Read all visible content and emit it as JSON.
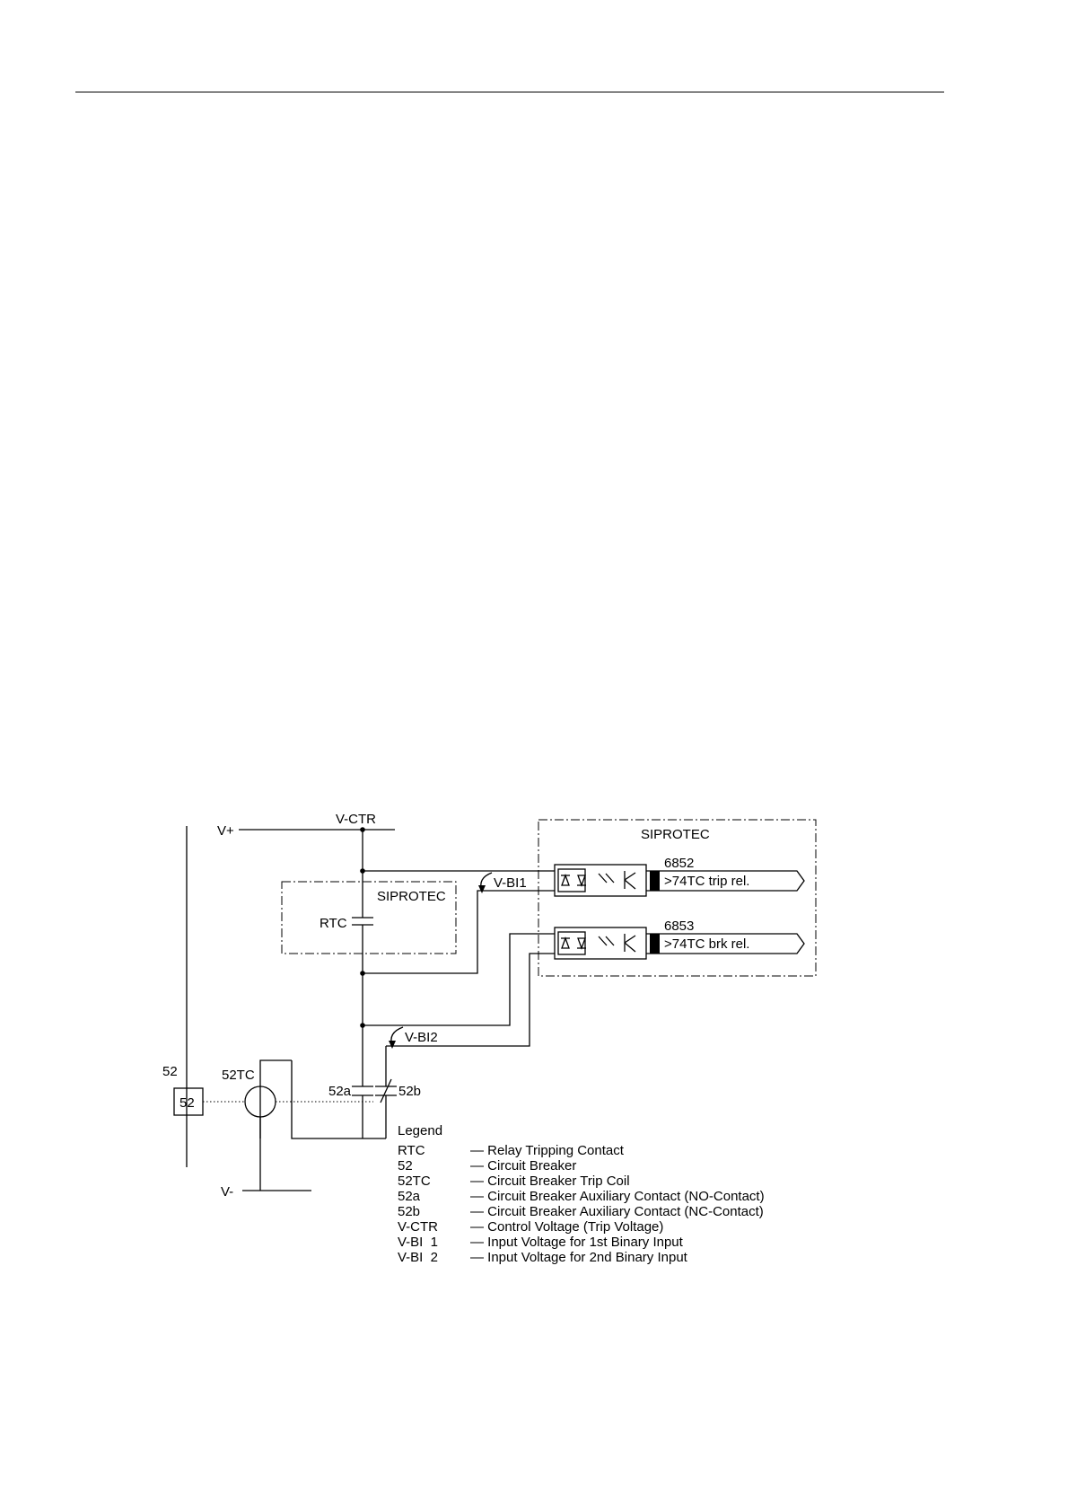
{
  "diagram": {
    "labels": {
      "v_plus": "V+",
      "v_minus": "V-",
      "v_ctr": "V-CTR",
      "siprotec_device": "SIPROTEC",
      "siprotec_relay": "SIPROTEC",
      "rtc": "RTC",
      "v_bi1": "V-BI1",
      "v_bi2": "V-BI2",
      "breaker_label": "52",
      "breaker_box": "52",
      "trip_coil": "52TC",
      "contact_a": "52a",
      "contact_b": "52b"
    },
    "binary_inputs": [
      {
        "number": "6852",
        "message": ">74TC trip rel."
      },
      {
        "number": "6853",
        "message": ">74TC brk rel."
      }
    ]
  },
  "legend": {
    "title": "Legend",
    "items": [
      {
        "term": "RTC",
        "desc": "— Relay Tripping Contact"
      },
      {
        "term": "52",
        "desc": "— Circuit Breaker"
      },
      {
        "term": "52TC",
        "desc": "— Circuit Breaker Trip Coil"
      },
      {
        "term": "52a",
        "desc": "— Circuit Breaker Auxiliary Contact (NO-Contact)"
      },
      {
        "term": "52b",
        "desc": "— Circuit Breaker Auxiliary Contact (NC-Contact)"
      },
      {
        "term": "V-CTR",
        "desc": "— Control Voltage (Trip Voltage)"
      },
      {
        "term": "V-BI  1",
        "desc": "— Input Voltage for 1st Binary Input"
      },
      {
        "term": "V-BI  2",
        "desc": "— Input Voltage for 2nd Binary Input"
      }
    ]
  }
}
